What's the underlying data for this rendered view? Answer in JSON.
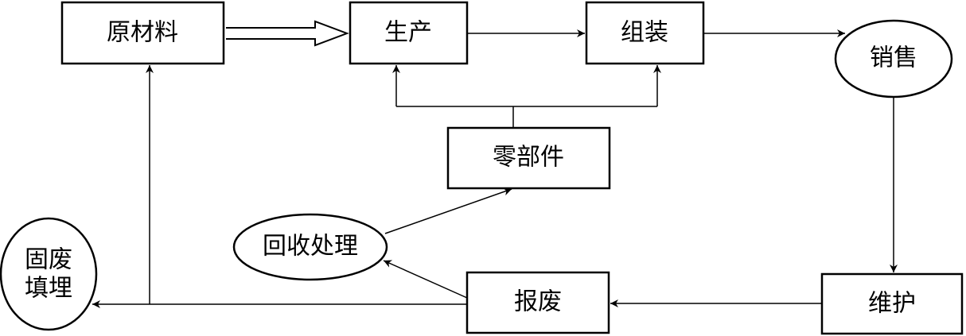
{
  "nodes": {
    "raw_materials": "原材料",
    "production": "生产",
    "assembly": "组装",
    "sales": "销售",
    "parts": "零部件",
    "recycling": "回收处理",
    "scrap": "报废",
    "maintenance": "维护",
    "landfill_line1": "固废",
    "landfill_line2": "填埋"
  }
}
